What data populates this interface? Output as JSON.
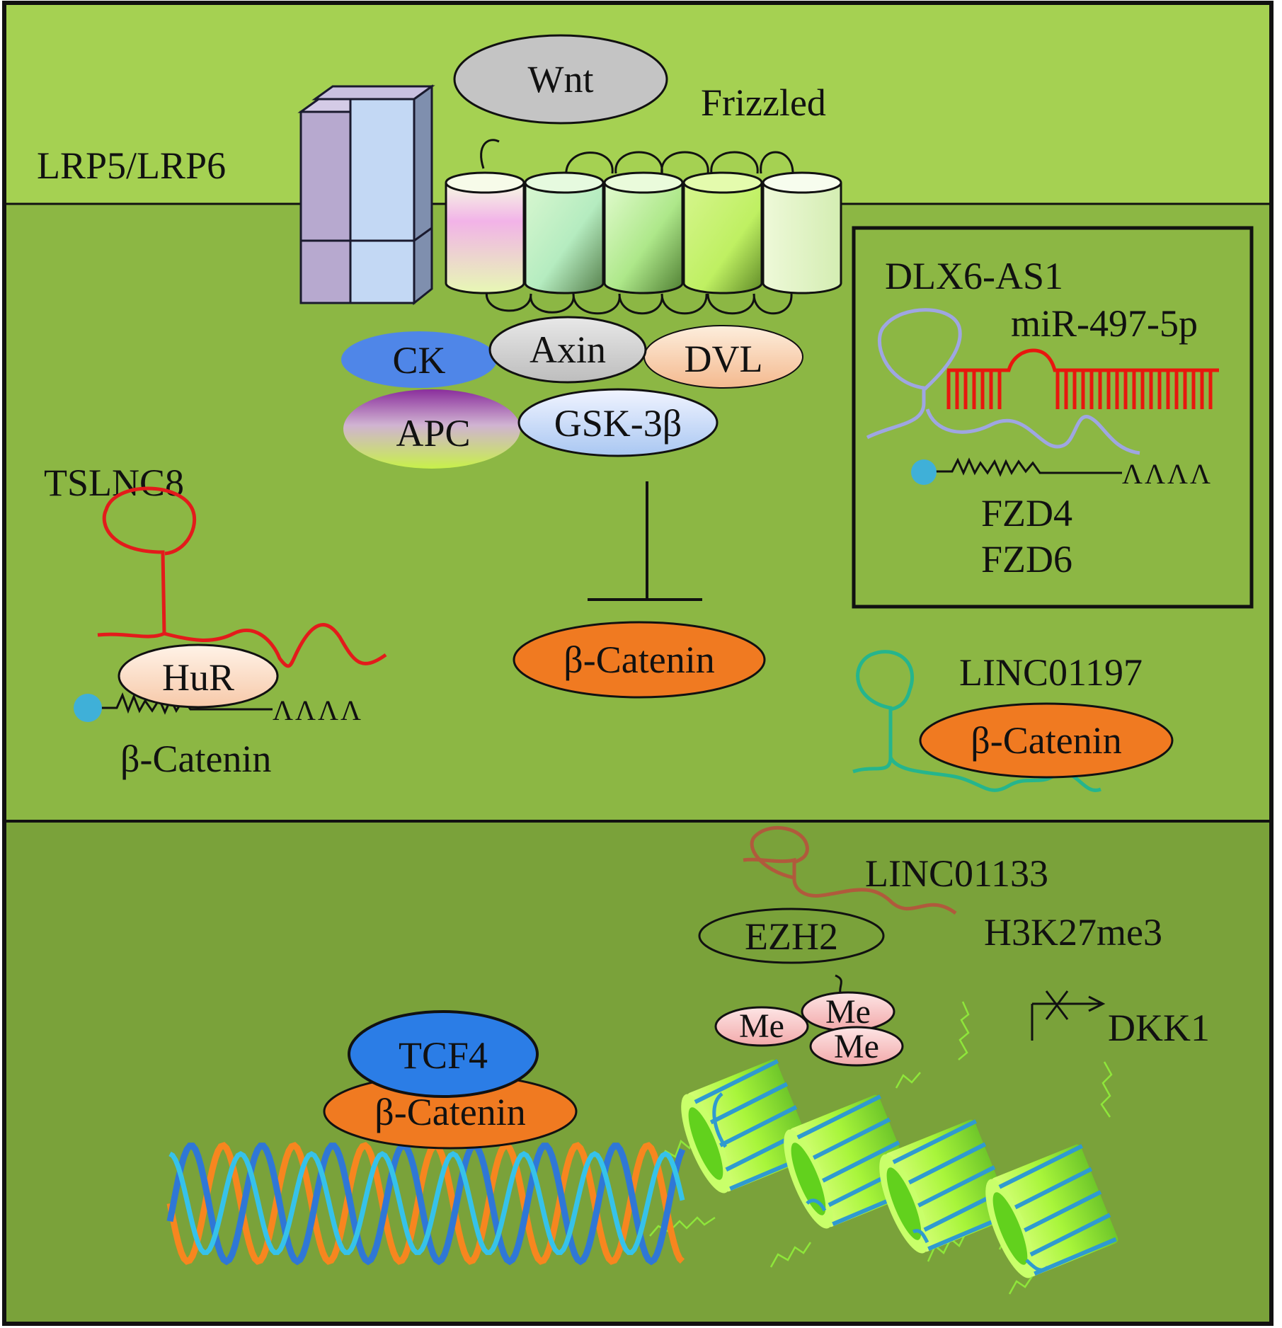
{
  "extracellular": {
    "ligand": "Wnt",
    "receptor": "Frizzled",
    "coreceptor": "LRP5/LRP6"
  },
  "destruction_complex": {
    "ck": "CK",
    "axin": "Axin",
    "dvl": "DVL",
    "apc": "APC",
    "gsk": "GSK-3β"
  },
  "cytoplasm": {
    "beta_catenin_center": "β-Catenin",
    "tslnc8": {
      "lncrna": "TSLNC8",
      "protein": "HuR",
      "polya": "ΛΛΛΛ",
      "target": "β-Catenin"
    },
    "dlx6_box": {
      "lncrna": "DLX6-AS1",
      "mirna": "miR-497-5p",
      "polya": "ΛΛΛΛ",
      "targets": [
        "FZD4",
        "FZD6"
      ]
    },
    "linc01197": {
      "lncrna": "LINC01197",
      "protein": "β-Catenin"
    }
  },
  "nucleus": {
    "tcf4": "TCF4",
    "beta_catenin": "β-Catenin",
    "linc01133": "LINC01133",
    "ezh2": "EZH2",
    "mark": "H3K27me3",
    "methyl": [
      "Me",
      "Me",
      "Me"
    ],
    "gene": "DKK1"
  },
  "colors": {
    "extracellular_bg": "#a5d152",
    "cytoplasm_bg": "#8cb744",
    "nucleus_bg": "#7aa23a",
    "beta_catenin": "#f07a21",
    "tcf4": "#2b7de6",
    "ck": "#4f86e8",
    "tslnc8_rna": "#e31b1b",
    "linc01197_rna": "#25b58d",
    "linc01133_rna": "#b05a3c",
    "mirna": "#e8170e",
    "dlx6_rna": "#9fa6e2",
    "cap": "#3fb0d8"
  }
}
